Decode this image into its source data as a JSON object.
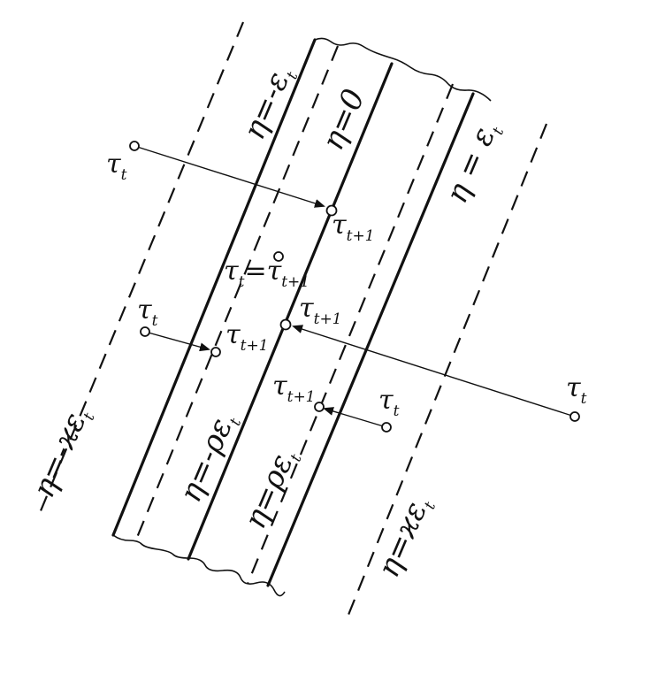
{
  "boundaries": {
    "outer_left": "η=-ϰε",
    "outer_left_sub": "t",
    "inner_left_solid": "η=-ε",
    "inner_left_solid_sub": "t",
    "center": "η=0",
    "right_solid": "η = ε",
    "right_solid_sub": "t",
    "rho_left": "η=-ρε",
    "rho_left_sub": "t",
    "rho_right": "η=ρε",
    "rho_right_sub": "t",
    "outer_right": "η=ϰε",
    "outer_right_sub": "t"
  },
  "points": {
    "tau": "τ",
    "t": "t",
    "t1": "t+1",
    "equal_label": "τ",
    "equal_mid": "=τ"
  }
}
